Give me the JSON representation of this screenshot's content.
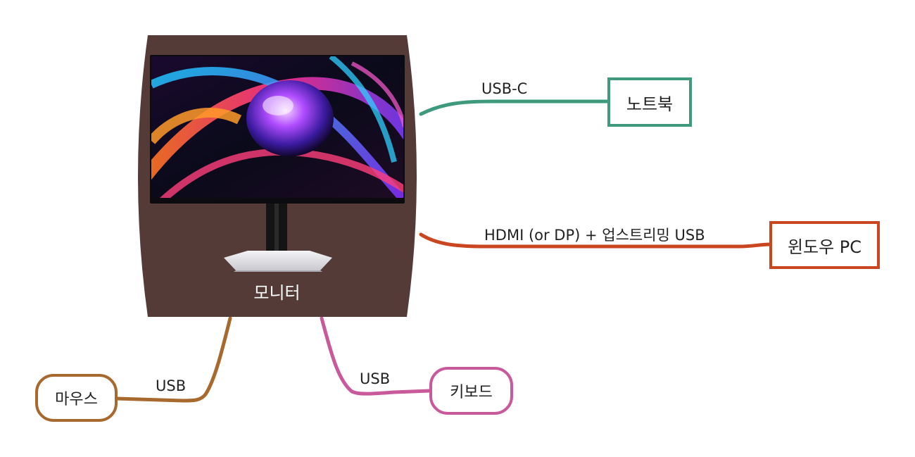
{
  "central_node": {
    "label": "모니터",
    "color": "#553b37",
    "image": "monitor-photo"
  },
  "connections": [
    {
      "id": "notebook",
      "node_label": "노트북",
      "edge_label": "USB-C",
      "color": "#3f9a7d",
      "shape": "rectangle"
    },
    {
      "id": "windows-pc",
      "node_label": "윈도우 PC",
      "edge_label": "HDMI (or DP) + 업스트리밍 USB",
      "color": "#c94620",
      "shape": "rectangle"
    },
    {
      "id": "mouse",
      "node_label": "마우스",
      "edge_label": "USB",
      "color": "#a8692e",
      "shape": "rounded"
    },
    {
      "id": "keyboard",
      "node_label": "키보드",
      "edge_label": "USB",
      "color": "#c85a9c",
      "shape": "rounded"
    }
  ]
}
